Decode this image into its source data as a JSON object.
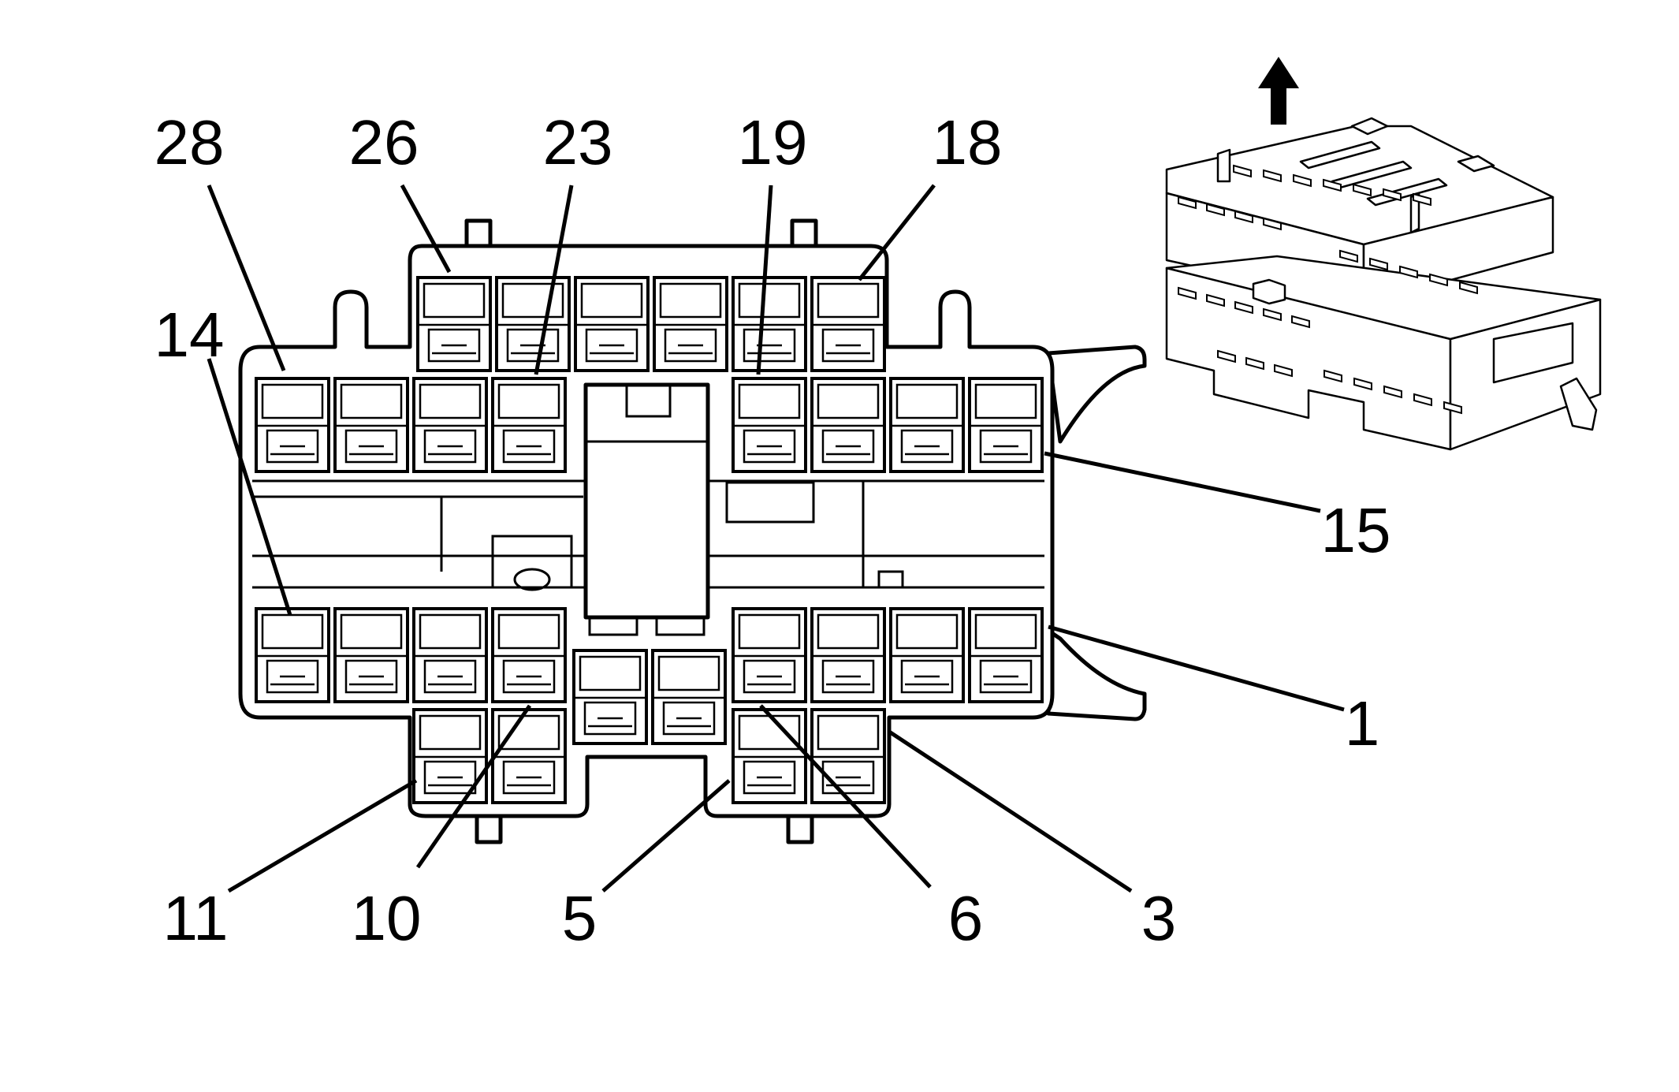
{
  "diagram": {
    "labels": {
      "p28": "28",
      "p26": "26",
      "p23": "23",
      "p19": "19",
      "p18": "18",
      "p14": "14",
      "p15": "15",
      "p1": "1",
      "p11": "11",
      "p10": "10",
      "p5": "5",
      "p6": "6",
      "p3": "3"
    },
    "arrow_icon": "arrow-up-icon"
  }
}
